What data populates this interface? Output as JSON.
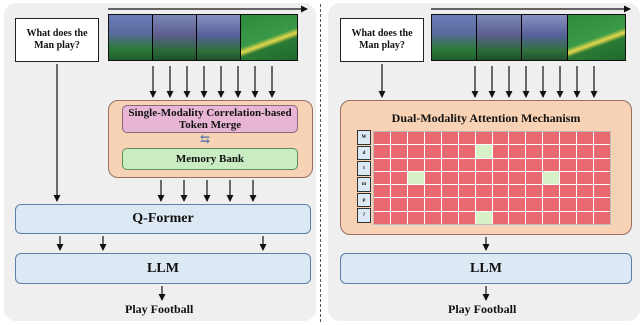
{
  "left_panel": {
    "question": "What does the Man play?",
    "token_merge_label": "Single-Modality Correlation-based Token Merge",
    "memory_bank_label": "Memory Bank",
    "qformer_label": "Q-Former",
    "llm_label": "LLM",
    "answer": "Play Football"
  },
  "right_panel": {
    "question": "What does the Man play?",
    "attention_label": "Dual-Modality Attention Mechanism",
    "word_tokens": [
      "W",
      "d",
      "t",
      "m",
      "p",
      "?"
    ],
    "llm_label": "LLM",
    "answer": "Play Football"
  },
  "colors": {
    "panel_bg": "#efefef",
    "qformer_llm_fill": "#dce8f4",
    "module_peach": "#f8d2b4",
    "token_merge_pink": "#e9b5d5",
    "memory_bank_green": "#c9ecc3",
    "attention_cell_red": "#e86a6e",
    "attention_cell_highlight": "#d8f0c8"
  }
}
